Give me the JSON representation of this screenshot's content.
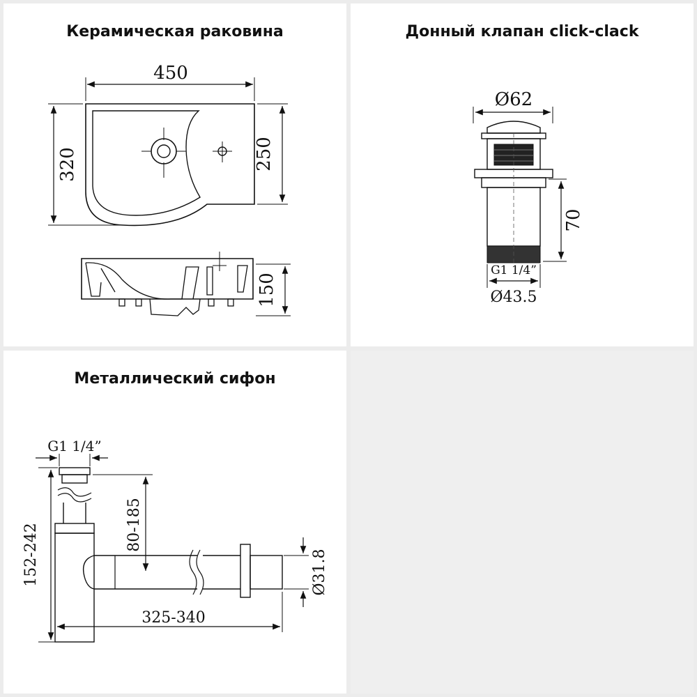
{
  "panels": {
    "sink": {
      "title": "Керамическая раковина",
      "width": "450",
      "depth": "320",
      "side": "250",
      "height": "150"
    },
    "valve": {
      "title": "Донный клапан click-clack",
      "top_diameter": "Ø62",
      "height": "70",
      "thread": "G1 1/4”",
      "bottom_diameter": "Ø43.5"
    },
    "siphon": {
      "title": "Металлический сифон",
      "thread": "G1 1/4”",
      "height_range": "80-185",
      "total_range": "152-242",
      "length_range": "325-340",
      "pipe_diameter": "Ø31.8"
    }
  }
}
